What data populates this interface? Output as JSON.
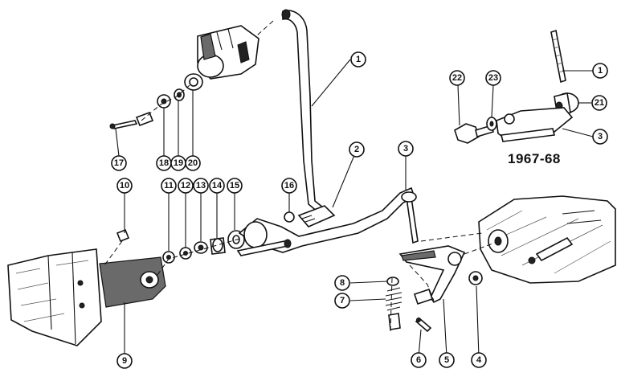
{
  "diagram": {
    "inset_label": "1967-68",
    "callouts": [
      "1",
      "2",
      "3",
      "4",
      "5",
      "6",
      "7",
      "8",
      "9",
      "10",
      "11",
      "12",
      "13",
      "14",
      "15",
      "16",
      "17",
      "18",
      "19",
      "20",
      "1",
      "21",
      "22",
      "23",
      "3"
    ]
  }
}
